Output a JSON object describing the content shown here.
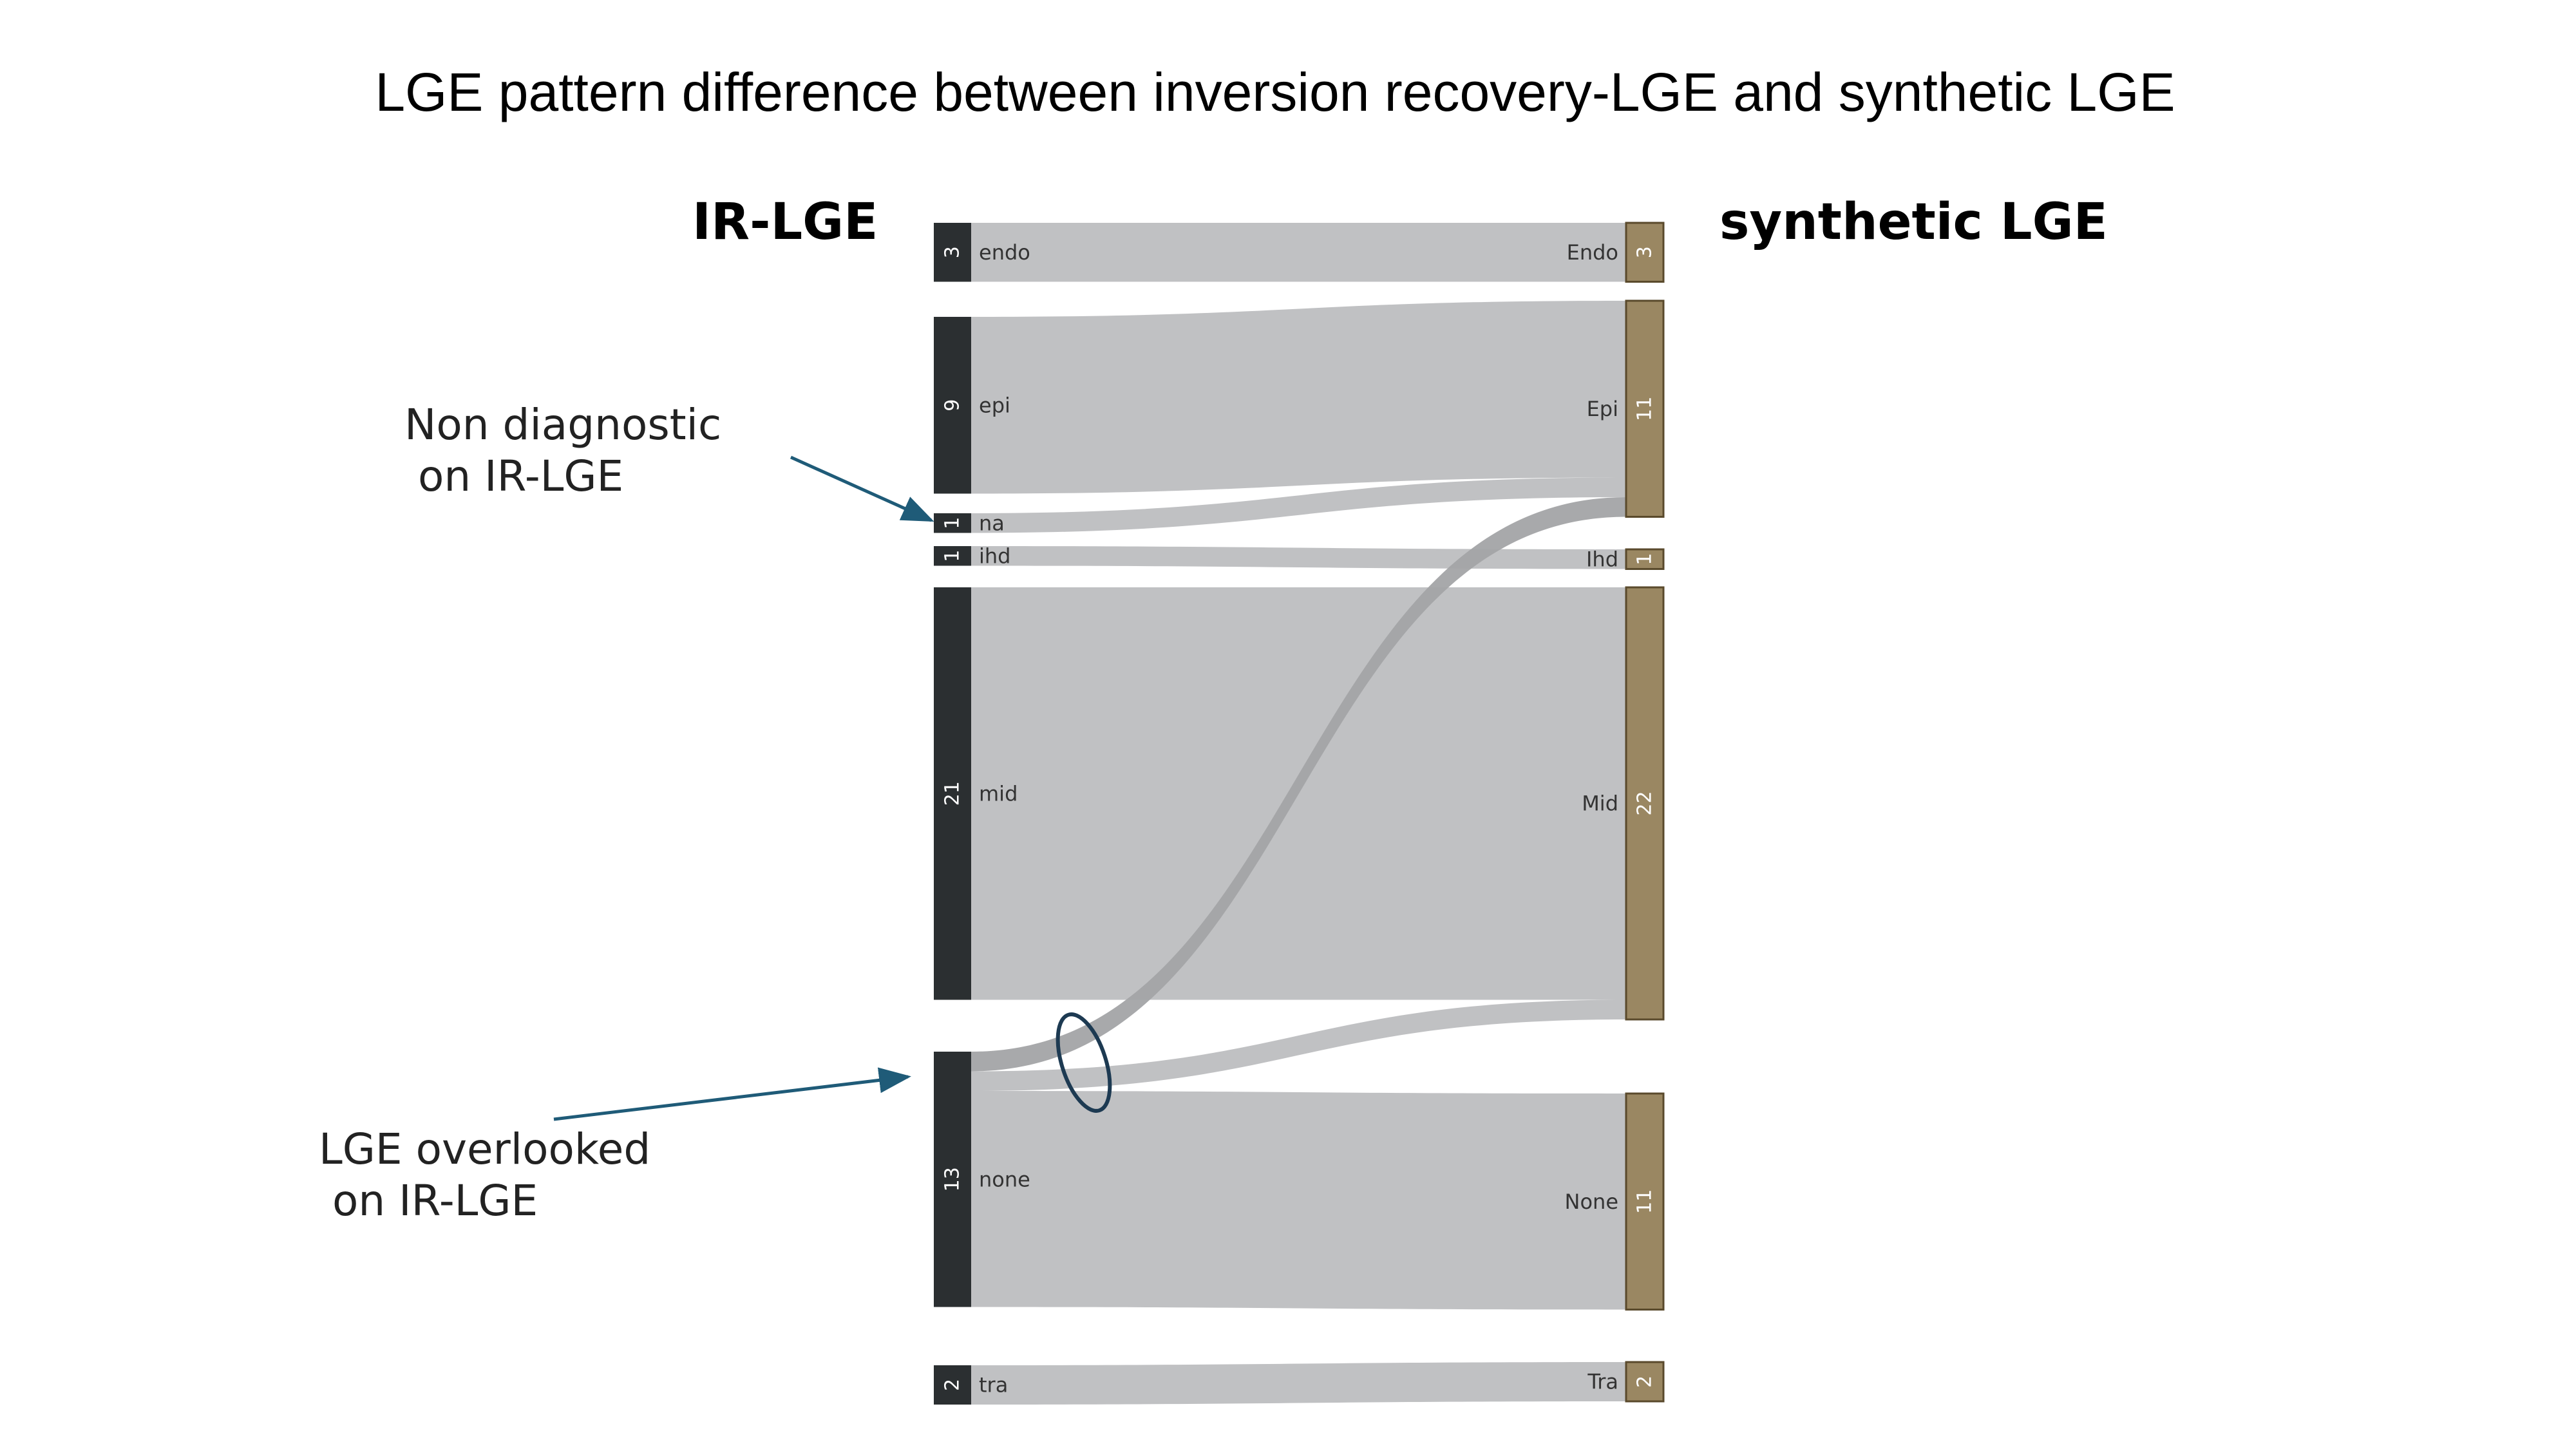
{
  "title": "LGE pattern difference between inversion recovery-LGE and synthetic LGE",
  "left_header": "IR-LGE",
  "right_header": "synthetic   LGE",
  "annotations": {
    "non_diagnostic": "Non diagnostic\n on IR-LGE",
    "overlooked": "LGE overlooked\n on IR-LGE"
  },
  "colors": {
    "left_node": "#2b2f31",
    "right_node": "#9a8762",
    "right_node_border": "#5a4a2c",
    "link": "#c0c1c3",
    "link_highlight": "#a3a4a6",
    "arrow": "#1f5b78",
    "ellipse": "#1d3a52"
  },
  "chart_data": {
    "type": "sankey",
    "left_nodes": [
      {
        "id": "endo",
        "label": "endo",
        "value": 3
      },
      {
        "id": "epi",
        "label": "epi",
        "value": 9
      },
      {
        "id": "na",
        "label": "na",
        "value": 1
      },
      {
        "id": "ihd",
        "label": "ihd",
        "value": 1
      },
      {
        "id": "mid",
        "label": "mid",
        "value": 21
      },
      {
        "id": "none",
        "label": "none",
        "value": 13
      },
      {
        "id": "tra",
        "label": "tra",
        "value": 2
      }
    ],
    "right_nodes": [
      {
        "id": "Endo",
        "label": "Endo",
        "value": 3
      },
      {
        "id": "Epi",
        "label": "Epi",
        "value": 11
      },
      {
        "id": "Ihd",
        "label": "Ihd",
        "value": 1
      },
      {
        "id": "Mid",
        "label": "Mid",
        "value": 22
      },
      {
        "id": "None",
        "label": "None",
        "value": 11
      },
      {
        "id": "Tra",
        "label": "Tra",
        "value": 2
      }
    ],
    "links": [
      {
        "source": "endo",
        "target": "Endo",
        "value": 3
      },
      {
        "source": "epi",
        "target": "Epi",
        "value": 9
      },
      {
        "source": "na",
        "target": "Epi",
        "value": 1
      },
      {
        "source": "ihd",
        "target": "Ihd",
        "value": 1
      },
      {
        "source": "mid",
        "target": "Mid",
        "value": 21
      },
      {
        "source": "none",
        "target": "Epi",
        "value": 1,
        "highlight": true
      },
      {
        "source": "none",
        "target": "Mid",
        "value": 1
      },
      {
        "source": "none",
        "target": "None",
        "value": 11
      },
      {
        "source": "tra",
        "target": "Tra",
        "value": 2
      }
    ]
  }
}
